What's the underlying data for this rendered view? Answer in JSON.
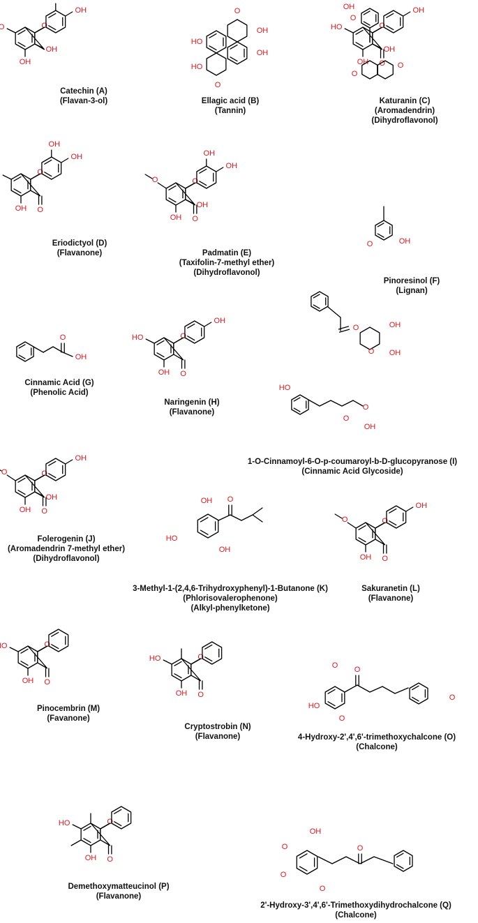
{
  "compounds": [
    {
      "id": "A",
      "lines": [
        "Catechin (A)",
        "(Flavan-3-ol)"
      ]
    },
    {
      "id": "B",
      "lines": [
        "Ellagic acid (B)",
        "(Tannin)"
      ]
    },
    {
      "id": "C",
      "lines": [
        "Katuranin (C)",
        "(Aromadendrin)",
        "(Dihydroflavonol)"
      ]
    },
    {
      "id": "D",
      "lines": [
        "Eriodictyol (D)",
        "(Flavanone)"
      ]
    },
    {
      "id": "E",
      "lines": [
        "Padmatin (E)",
        "(Taxifolin-7-methyl ether)",
        "(Dihydroflavonol)"
      ]
    },
    {
      "id": "F",
      "lines": [
        "Pinoresinol (F)",
        "(Lignan)"
      ]
    },
    {
      "id": "G",
      "lines": [
        "Cinnamic Acid (G)",
        "(Phenolic Acid)"
      ]
    },
    {
      "id": "H",
      "lines": [
        "Naringenin (H)",
        "(Flavanone)"
      ]
    },
    {
      "id": "I",
      "lines": [
        "1-O-Cinnamoyl-6-O-p-coumaroyl-b-D-glucopyranose (I)",
        "(Cinnamic Acid Glycoside)"
      ]
    },
    {
      "id": "J",
      "lines": [
        "Folerogenin (J)",
        "(Aromadendrin 7-methyl ether)",
        "(Dihydroflavonol)"
      ]
    },
    {
      "id": "K",
      "lines": [
        "3-Methyl-1-(2,4,6-Trihydroxyphenyl)-1-Butanone (K)",
        "(Phlorisovalerophenone)",
        "(Alkyl-phenylketone)"
      ]
    },
    {
      "id": "L",
      "lines": [
        "Sakuranetin (L)",
        "(Flavanone)"
      ]
    },
    {
      "id": "M",
      "lines": [
        "Pinocembrin (M)",
        "(Favanone)"
      ]
    },
    {
      "id": "N",
      "lines": [
        "Cryptostrobin (N)",
        "(Flavanone)"
      ]
    },
    {
      "id": "O",
      "lines": [
        "4-Hydroxy-2',4',6'-trimethoxychalcone (O)",
        "(Chalcone)"
      ]
    },
    {
      "id": "P",
      "lines": [
        "Demethoxymatteucinol (P)",
        "(Flavanone)"
      ]
    },
    {
      "id": "Q",
      "lines": [
        "2'-Hydroxy-3',4',6'-Trimethoxydihydrochalcone (Q)",
        "(Chalcone)"
      ]
    }
  ],
  "atom_labels": {
    "hydroxyl": "OH",
    "ho": "HO",
    "oxygen": "O"
  },
  "colors": {
    "heteroatom": "#e8141b",
    "bond": "#000000",
    "caption": "#111111"
  }
}
